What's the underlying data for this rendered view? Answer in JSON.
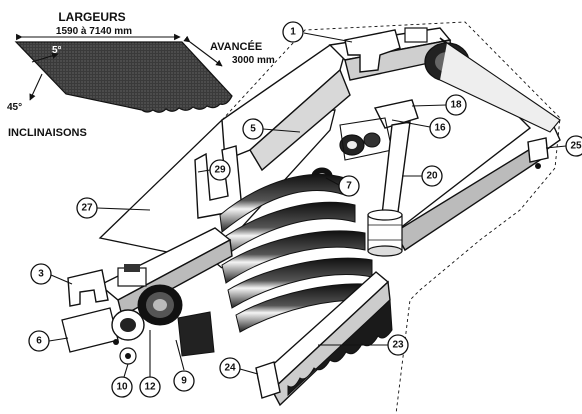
{
  "fabric_inset": {
    "width_title": "LARGEURS",
    "width_range": "1590 à 7140 mm",
    "projection_title": "AVANCÉE",
    "projection_value": "3000 mm",
    "angle_min": "5°",
    "angle_max": "45°",
    "inclination_label": "INCLINAISONS"
  },
  "callouts": {
    "c1": "1",
    "c3": "3",
    "c5": "5",
    "c6": "6",
    "c7": "7",
    "c9": "9",
    "c10": "10",
    "c12": "12",
    "c16": "16",
    "c18": "18",
    "c20": "20",
    "c23": "23",
    "c24": "24",
    "c25": "25",
    "c27": "27",
    "c29": "29"
  },
  "colors": {
    "ink": "#111111",
    "shade": "#2b2b2b",
    "paper": "#ffffff"
  }
}
